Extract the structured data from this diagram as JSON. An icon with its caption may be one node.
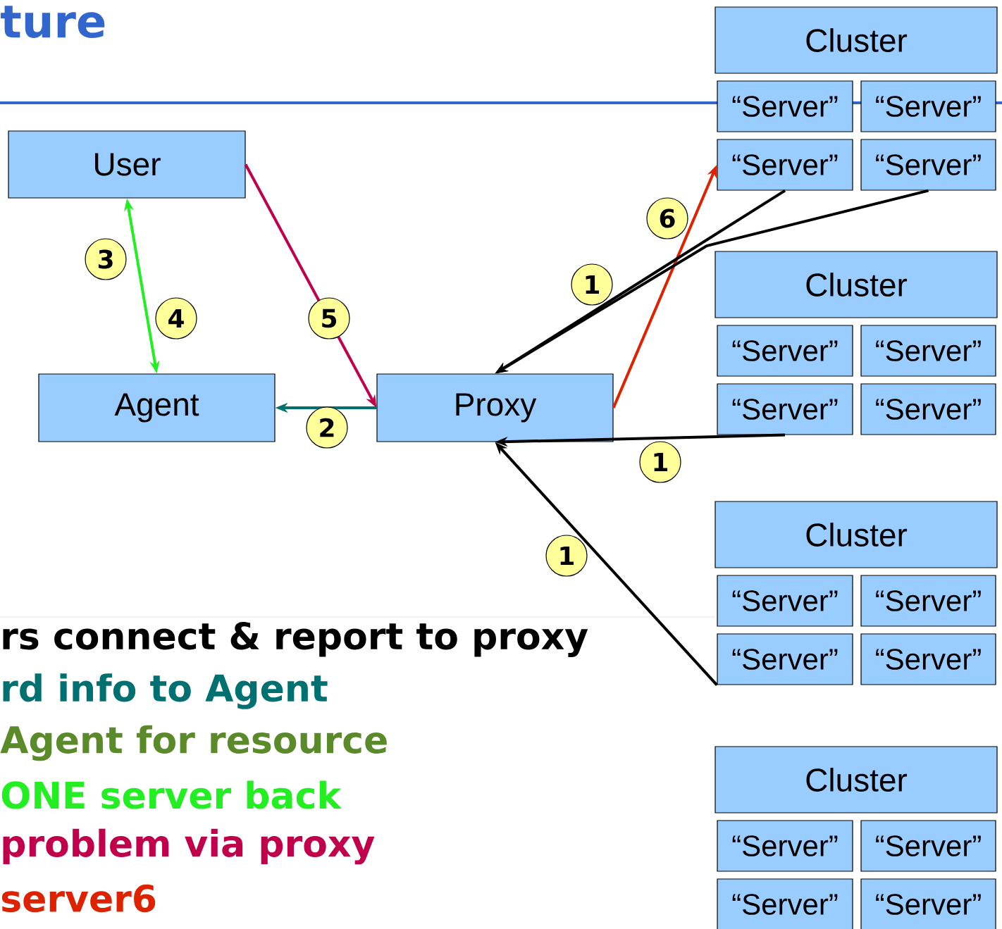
{
  "diagram": {
    "title": "ture",
    "nodes": [
      {
        "text": [
          "User"
        ]
      },
      {
        "text": [
          "Agent"
        ]
      },
      {
        "text": [
          "Proxy"
        ]
      },
      {
        "text": [
          "Cluster"
        ]
      },
      {
        "text": [
          "“Server”"
        ]
      },
      {
        "text": [
          "“Server”"
        ]
      },
      {
        "text": [
          "“Server”"
        ]
      },
      {
        "text": [
          "“Server”"
        ]
      },
      {
        "text": [
          "Cluster"
        ]
      },
      {
        "text": [
          "“Server”"
        ]
      },
      {
        "text": [
          "“Server”"
        ]
      },
      {
        "text": [
          "“Server”"
        ]
      },
      {
        "text": [
          "“Server”"
        ]
      },
      {
        "text": [
          "Cluster"
        ]
      },
      {
        "text": [
          "“Server”"
        ]
      },
      {
        "text": [
          "“Server”"
        ]
      },
      {
        "text": [
          "“Server”"
        ]
      },
      {
        "text": [
          "“Server”"
        ]
      },
      {
        "text": [
          "Cluster"
        ]
      },
      {
        "text": [
          "“Server”"
        ]
      },
      {
        "text": [
          "“Server”"
        ]
      },
      {
        "text": [
          "“Server”"
        ]
      },
      {
        "text": [
          "“Server”"
        ]
      }
    ],
    "edges": [
      {
        "from": 0,
        "to": 2,
        "arrow": "to",
        "label": "5",
        "color": "#c0004a"
      },
      {
        "from": 2,
        "to": 1,
        "arrow": "to",
        "label": "2",
        "color": "#007070"
      },
      {
        "from": 1,
        "to": 0,
        "arrow": "both",
        "label": "3",
        "color": "#22ee22"
      },
      {
        "from": 2,
        "to": 6,
        "arrow": "to",
        "label": "6",
        "color": "#dd2200"
      },
      {
        "from": 6,
        "to": 2,
        "arrow": "to",
        "label": "1"
      },
      {
        "from": 7,
        "to": 2,
        "arrow": "to"
      },
      {
        "from": 11,
        "to": 2,
        "arrow": "to",
        "label": "1"
      },
      {
        "from": 16,
        "to": 2,
        "arrow": "to",
        "label": "1"
      }
    ],
    "labels": [
      "4",
      "rs connect & report to proxy",
      "rd info to Agent",
      "Agent for resource",
      "ONE server back",
      "problem via proxy",
      "server6"
    ]
  }
}
